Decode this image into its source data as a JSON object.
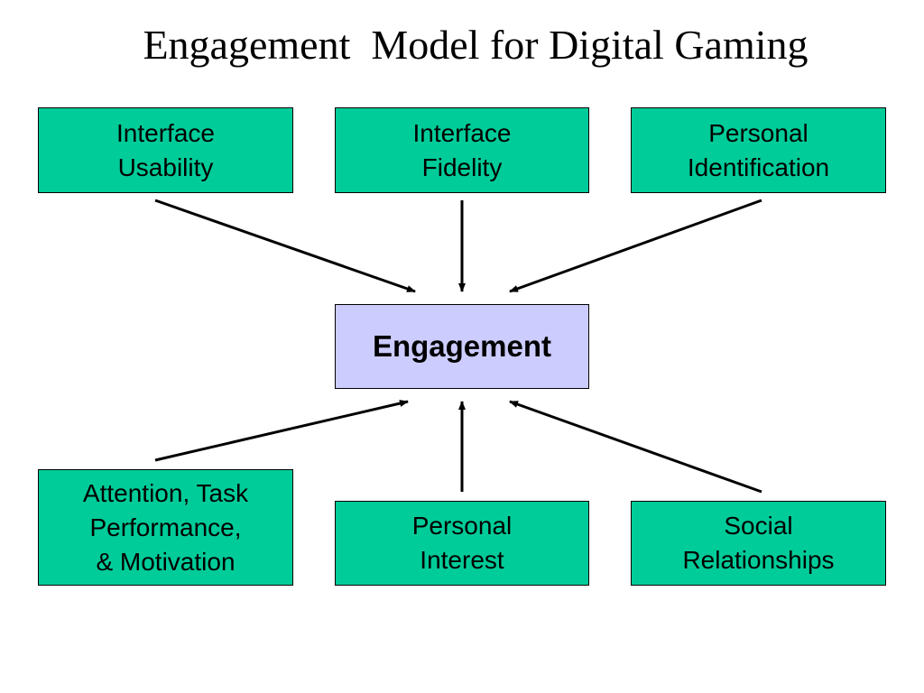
{
  "title": "Engagement  Model for Digital Gaming",
  "center": {
    "label": "Engagement"
  },
  "factors": {
    "interface_usability": "Interface\nUsability",
    "interface_fidelity": "Interface\nFidelity",
    "personal_identification": "Personal\nIdentification",
    "attention_task_motivation": "Attention, Task\nPerformance,\n& Motivation",
    "personal_interest": "Personal\nInterest",
    "social_relationships": "Social\nRelationships"
  },
  "colors": {
    "factor_fill": "#00cc99",
    "center_fill": "#ccccff",
    "stroke": "#000000"
  }
}
